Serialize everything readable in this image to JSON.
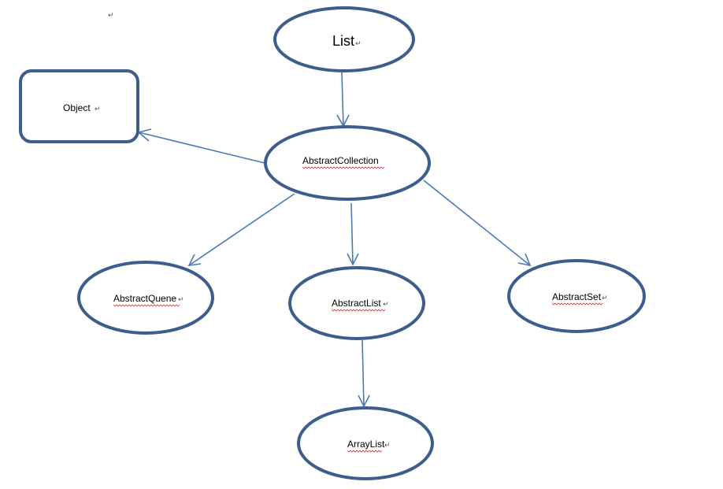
{
  "colors": {
    "node_stroke": "#3d5e8c",
    "edge_stroke": "#4a7ab5",
    "spell_underline": "#e03030"
  },
  "para_mark": "↵",
  "nodes": [
    {
      "id": "list",
      "label": "List",
      "shape": "ellipse",
      "spell_underline": false
    },
    {
      "id": "object",
      "label": "Object",
      "shape": "rounded-rect",
      "spell_underline": false
    },
    {
      "id": "abstract-collection",
      "label": "AbstractCollection",
      "shape": "ellipse",
      "spell_underline": true
    },
    {
      "id": "abstract-quene",
      "label": "AbstractQuene",
      "shape": "ellipse",
      "spell_underline": true
    },
    {
      "id": "abstract-list",
      "label": "AbstractList",
      "shape": "ellipse",
      "spell_underline": true
    },
    {
      "id": "abstract-set",
      "label": "AbstractSet",
      "shape": "ellipse",
      "spell_underline": true
    },
    {
      "id": "array-list",
      "label": "ArrayList",
      "shape": "ellipse",
      "spell_underline": true
    }
  ],
  "edges": [
    {
      "from": "list",
      "to": "abstract-collection"
    },
    {
      "from": "abstract-collection",
      "to": "object"
    },
    {
      "from": "abstract-collection",
      "to": "abstract-quene"
    },
    {
      "from": "abstract-collection",
      "to": "abstract-list"
    },
    {
      "from": "abstract-collection",
      "to": "abstract-set"
    },
    {
      "from": "abstract-list",
      "to": "array-list"
    }
  ]
}
